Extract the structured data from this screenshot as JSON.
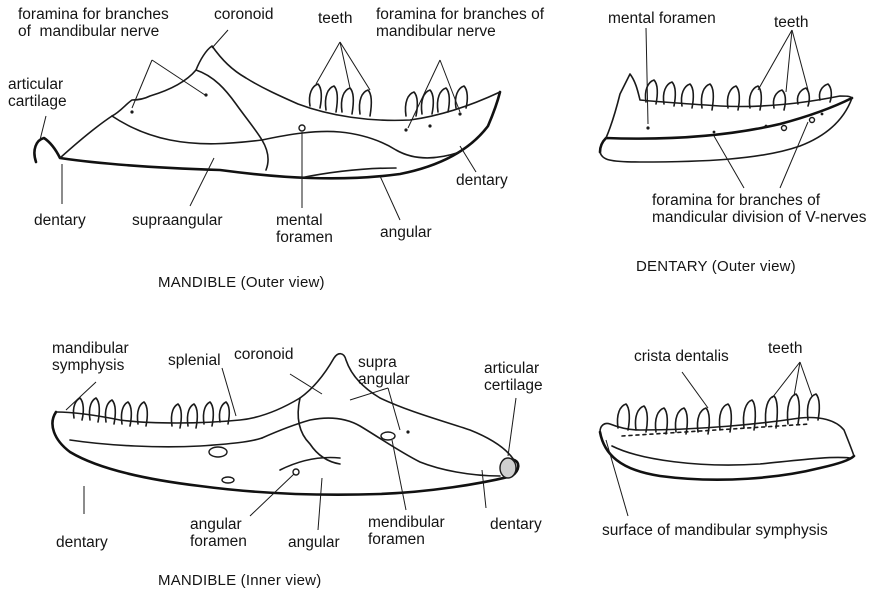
{
  "outer_mandible": {
    "caption": "MANDIBLE (Outer view)",
    "labels": {
      "foramina_left": "foramina for branches\nof  mandibular nerve",
      "coronoid": "coronoid",
      "teeth": "teeth",
      "foramina_right": "foramina for branches of\nmandibular nerve",
      "articular_cartilage": "articular\ncartilage",
      "dentary_left": "dentary",
      "suprangular": "supraangular",
      "mental_foramen": "mental\nforamen",
      "angular": "angular",
      "dentary_right": "dentary"
    }
  },
  "outer_dentary": {
    "caption": "DENTARY (Outer view)",
    "labels": {
      "mental_foramen": "mental foramen",
      "teeth": "teeth",
      "foramina": "foramina for branches of\nmandicular division of V-nerves"
    }
  },
  "inner_mandible": {
    "caption": "MANDIBLE (Inner view)",
    "labels": {
      "mandibular_symphysis": "mandibular\nsymphysis",
      "splenial": "splenial",
      "coronoid": "coronoid",
      "supra_angular": "supra\nangular",
      "articular_cartilage": "articular\ncertilage",
      "dentary_left": "dentary",
      "angular_foramen": "angular\nforamen",
      "angular": "angular",
      "mandibular_foramen": "mendibular\nforamen",
      "dentary_right": "dentary"
    }
  },
  "inner_dentary": {
    "labels": {
      "crista_dentalis": "crista dentalis",
      "teeth": "teeth",
      "surface": "surface of mandibular symphysis"
    }
  }
}
